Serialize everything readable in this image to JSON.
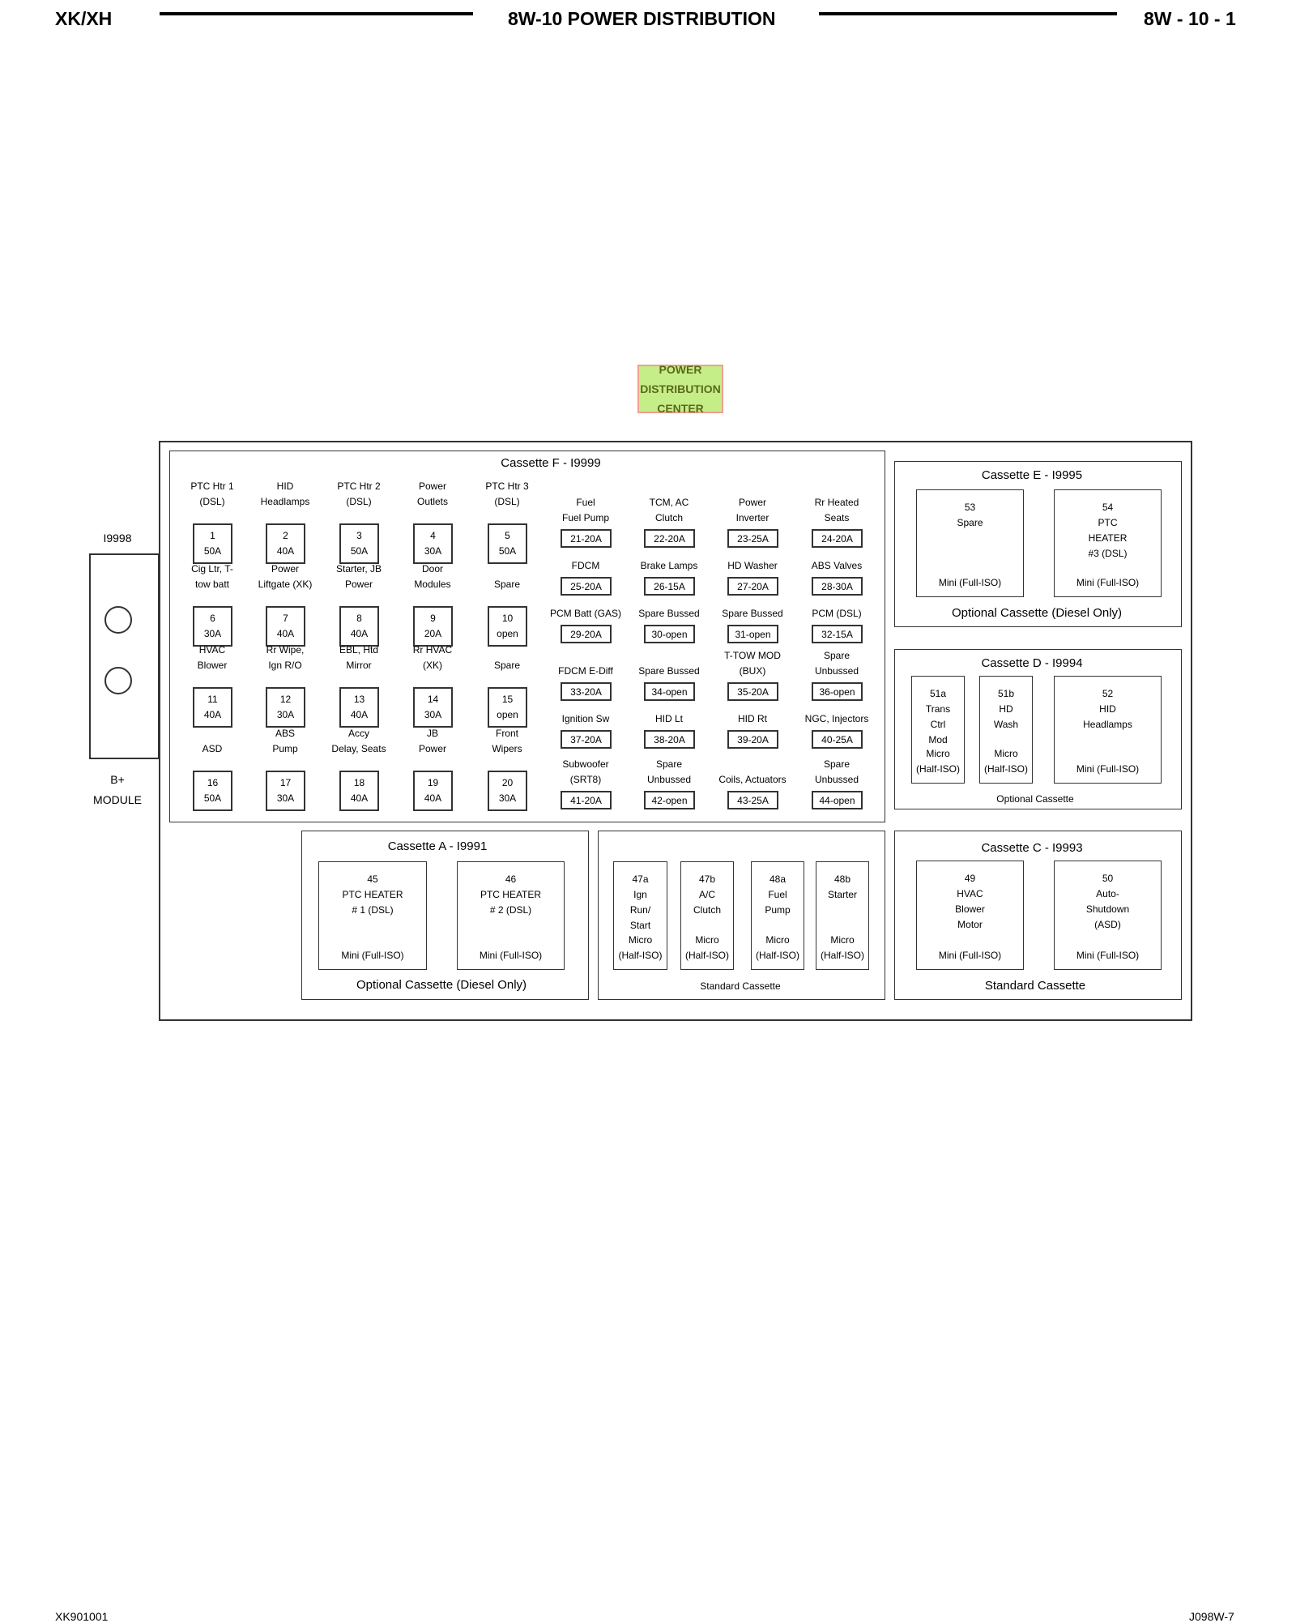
{
  "header": {
    "left": "XK/XH",
    "center": "8W-10 POWER DISTRIBUTION",
    "right": "8W - 10 - 1"
  },
  "footer": {
    "left": "XK901001",
    "right": "J098W-7"
  },
  "pdc_label": [
    "POWER",
    "DISTRIBUTION",
    "CENTER"
  ],
  "bplus": {
    "connector": "I9998",
    "label": [
      "B+",
      "MODULE"
    ]
  },
  "cassette_f": {
    "title": "Cassette F - I9999",
    "big_fuses": [
      {
        "label": [
          "PTC Htr 1",
          "(DSL)"
        ],
        "num": "1",
        "amp": "50A"
      },
      {
        "label": [
          "HID",
          "Headlamps"
        ],
        "num": "2",
        "amp": "40A"
      },
      {
        "label": [
          "PTC Htr 2",
          "(DSL)"
        ],
        "num": "3",
        "amp": "50A"
      },
      {
        "label": [
          "Power",
          "Outlets"
        ],
        "num": "4",
        "amp": "30A"
      },
      {
        "label": [
          "PTC Htr 3",
          "(DSL)"
        ],
        "num": "5",
        "amp": "50A"
      },
      {
        "label": [
          "Cig Ltr, T-",
          "tow batt"
        ],
        "num": "6",
        "amp": "30A"
      },
      {
        "label": [
          "Power",
          "Liftgate (XK)"
        ],
        "num": "7",
        "amp": "40A"
      },
      {
        "label": [
          "Starter, JB",
          "Power"
        ],
        "num": "8",
        "amp": "40A"
      },
      {
        "label": [
          "Door",
          "Modules"
        ],
        "num": "9",
        "amp": "20A"
      },
      {
        "label": [
          "Spare"
        ],
        "num": "10",
        "amp": "open"
      },
      {
        "label": [
          "HVAC",
          "Blower"
        ],
        "num": "11",
        "amp": "40A"
      },
      {
        "label": [
          "Rr Wipe,",
          "Ign R/O"
        ],
        "num": "12",
        "amp": "30A"
      },
      {
        "label": [
          "EBL, Htd",
          "Mirror"
        ],
        "num": "13",
        "amp": "40A"
      },
      {
        "label": [
          "Rr HVAC",
          "(XK)"
        ],
        "num": "14",
        "amp": "30A"
      },
      {
        "label": [
          "Spare"
        ],
        "num": "15",
        "amp": "open"
      },
      {
        "label": [
          "ASD"
        ],
        "num": "16",
        "amp": "50A"
      },
      {
        "label": [
          "ABS",
          "Pump"
        ],
        "num": "17",
        "amp": "30A"
      },
      {
        "label": [
          "Accy",
          "Delay, Seats"
        ],
        "num": "18",
        "amp": "40A"
      },
      {
        "label": [
          "JB",
          "Power"
        ],
        "num": "19",
        "amp": "40A"
      },
      {
        "label": [
          "Front",
          "Wipers"
        ],
        "num": "20",
        "amp": "30A"
      }
    ],
    "mini_fuses": [
      {
        "label": [
          "Fuel",
          "Fuel Pump"
        ],
        "value": "21-20A"
      },
      {
        "label": [
          "TCM, AC",
          "Clutch"
        ],
        "value": "22-20A"
      },
      {
        "label": [
          "Power",
          "Inverter"
        ],
        "value": "23-25A"
      },
      {
        "label": [
          "Rr Heated",
          "Seats"
        ],
        "value": "24-20A"
      },
      {
        "label": [
          "FDCM"
        ],
        "value": "25-20A"
      },
      {
        "label": [
          "Brake Lamps"
        ],
        "value": "26-15A"
      },
      {
        "label": [
          "HD Washer"
        ],
        "value": "27-20A"
      },
      {
        "label": [
          "ABS Valves"
        ],
        "value": "28-30A"
      },
      {
        "label": [
          "PCM Batt (GAS)"
        ],
        "value": "29-20A"
      },
      {
        "label": [
          "Spare Bussed"
        ],
        "value": "30-open"
      },
      {
        "label": [
          "Spare Bussed"
        ],
        "value": "31-open"
      },
      {
        "label": [
          "PCM (DSL)"
        ],
        "value": "32-15A"
      },
      {
        "label": [
          "FDCM E-Diff"
        ],
        "value": "33-20A"
      },
      {
        "label": [
          "Spare Bussed"
        ],
        "value": "34-open"
      },
      {
        "label": [
          "T-TOW MOD",
          "(BUX)"
        ],
        "value": "35-20A"
      },
      {
        "label": [
          "Spare",
          "Unbussed"
        ],
        "value": "36-open"
      },
      {
        "label": [
          "Ignition Sw"
        ],
        "value": "37-20A"
      },
      {
        "label": [
          "HID Lt"
        ],
        "value": "38-20A"
      },
      {
        "label": [
          "HID Rt"
        ],
        "value": "39-20A"
      },
      {
        "label": [
          "NGC, Injectors"
        ],
        "value": "40-25A"
      },
      {
        "label": [
          "Subwoofer",
          "(SRT8)"
        ],
        "value": "41-20A"
      },
      {
        "label": [
          "Spare",
          "Unbussed"
        ],
        "value": "42-open"
      },
      {
        "label": [
          "Coils, Actuators"
        ],
        "value": "43-25A"
      },
      {
        "label": [
          "Spare",
          "Unbussed"
        ],
        "value": "44-open"
      }
    ]
  },
  "cassette_e": {
    "title": "Cassette E - I9995",
    "footer": "Optional Cassette (Diesel Only)",
    "relays": [
      {
        "top": [
          "53",
          "Spare"
        ],
        "bottom": [
          "Mini (Full-ISO)"
        ]
      },
      {
        "top": [
          "54",
          "PTC",
          "HEATER",
          "#3 (DSL)"
        ],
        "bottom": [
          "Mini (Full-ISO)"
        ]
      }
    ]
  },
  "cassette_d": {
    "title": "Cassette D - I9994",
    "footer": "Optional Cassette",
    "relays": [
      {
        "top": [
          "51a",
          "Trans",
          "Ctrl",
          "Mod"
        ],
        "bottom": [
          "Micro",
          "(Half-ISO)"
        ]
      },
      {
        "top": [
          "51b",
          "HD",
          "Wash"
        ],
        "bottom": [
          "Micro",
          "(Half-ISO)"
        ]
      },
      {
        "top": [
          "52",
          "HID",
          "Headlamps"
        ],
        "bottom": [
          "Mini (Full-ISO)"
        ]
      }
    ]
  },
  "cassette_a": {
    "title": "Cassette A - I9991",
    "footer": "Optional Cassette (Diesel Only)",
    "relays": [
      {
        "top": [
          "45",
          "PTC HEATER",
          "# 1 (DSL)"
        ],
        "bottom": [
          "Mini (Full-ISO)"
        ]
      },
      {
        "top": [
          "46",
          "PTC HEATER",
          "# 2 (DSL)"
        ],
        "bottom": [
          "Mini (Full-ISO)"
        ]
      }
    ]
  },
  "cassette_std": {
    "footer": "Standard Cassette",
    "relays": [
      {
        "top": [
          "47a",
          "Ign",
          "Run/",
          "Start"
        ],
        "bottom": [
          "Micro",
          "(Half-ISO)"
        ]
      },
      {
        "top": [
          "47b",
          "A/C",
          "Clutch"
        ],
        "bottom": [
          "Micro",
          "(Half-ISO)"
        ]
      },
      {
        "top": [
          "48a",
          "Fuel",
          "Pump"
        ],
        "bottom": [
          "Micro",
          "(Half-ISO)"
        ]
      },
      {
        "top": [
          "48b",
          "Starter"
        ],
        "bottom": [
          "Micro",
          "(Half-ISO)"
        ]
      }
    ]
  },
  "cassette_c": {
    "title": "Cassette C - I9993",
    "footer": "Standard Cassette",
    "relays": [
      {
        "top": [
          "49",
          "HVAC",
          "Blower",
          "Motor"
        ],
        "bottom": [
          "Mini (Full-ISO)"
        ]
      },
      {
        "top": [
          "50",
          "Auto-",
          "Shutdown",
          "(ASD)"
        ],
        "bottom": [
          "Mini (Full-ISO)"
        ]
      }
    ]
  }
}
